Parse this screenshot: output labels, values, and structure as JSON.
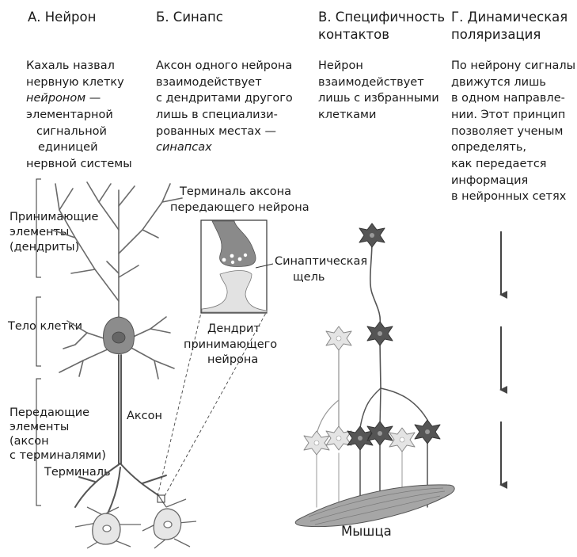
{
  "columns": {
    "a": {
      "heading": "А. Нейрон",
      "lines": [
        "Кахаль назвал",
        "нервную клетку"
      ],
      "italic_word": "нейроном",
      "italic_tail": " —",
      "rest": [
        "элементарной",
        "сигнальной",
        "единицей",
        "нервной системы"
      ]
    },
    "b": {
      "heading": "Б. Синапс",
      "lines": [
        "Аксон одного нейрона",
        "взаимодействует",
        "с дендритами другого",
        "лишь в специализи-",
        "рованных местах —"
      ],
      "italic_last": "синапсах"
    },
    "c": {
      "heading_1": "В. Специфичность",
      "heading_2": "контактов",
      "lines": [
        "Нейрон",
        "взаимодействует",
        "лишь с избранными",
        "клетками"
      ]
    },
    "d": {
      "heading_1": "Г. Динамическая",
      "heading_2": "поляризация",
      "lines": [
        "По нейрону сигналы",
        "движутся лишь",
        "в одном направле-",
        "нии.  Этот принцип",
        "позволяет ученым",
        "определять,",
        "как передается",
        "информация",
        "в нейронных сетях"
      ]
    }
  },
  "labels": {
    "receiving": [
      "Принимающие",
      "элементы",
      "(дендриты)"
    ],
    "cell_body": "Тело клетки",
    "transmitting": [
      "Передающие",
      "элементы",
      "(аксон",
      "с терминалями)"
    ],
    "terminal": "Терминаль",
    "axon": "Аксон",
    "axon_terminal": [
      "Терминаль аксона",
      "передающего нейрона"
    ],
    "synaptic_cleft": [
      "Синаптическая",
      "щель"
    ],
    "dendrite": [
      "Дендрит",
      "принимающего",
      "нейрона"
    ],
    "muscle": "Мышца"
  },
  "colors": {
    "dark_neuron": "#555555",
    "light_neuron": "#e4e4e4",
    "line": "#333333",
    "fill_grey": "#d0d0d0"
  }
}
